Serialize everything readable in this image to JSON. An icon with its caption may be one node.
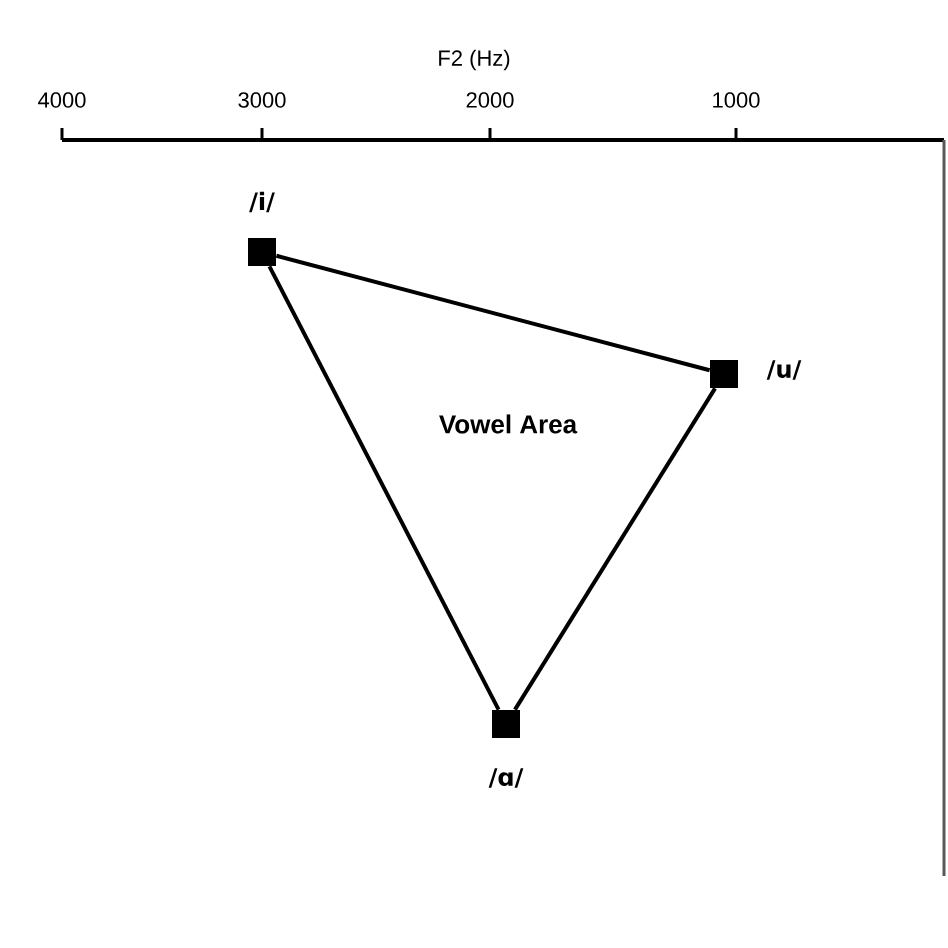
{
  "diagram": {
    "nodes": [
      {
        "text": [],
        "shape": "box",
        "beside": [
          "/i/"
        ]
      },
      {
        "text": [],
        "shape": "box",
        "beside": [
          "/u/"
        ]
      },
      {
        "text": [],
        "shape": "box",
        "beside": [
          "/ɑ/"
        ]
      }
    ],
    "edges": [
      {
        "from": 0,
        "to": 1,
        "arrow": "none"
      },
      {
        "from": 1,
        "to": 2,
        "arrow": "none"
      },
      {
        "from": 2,
        "to": 0,
        "arrow": "none"
      }
    ],
    "labels": [
      "F2 (Hz)",
      "4000",
      "3000",
      "2000",
      "1000",
      "Vowel Area"
    ]
  }
}
